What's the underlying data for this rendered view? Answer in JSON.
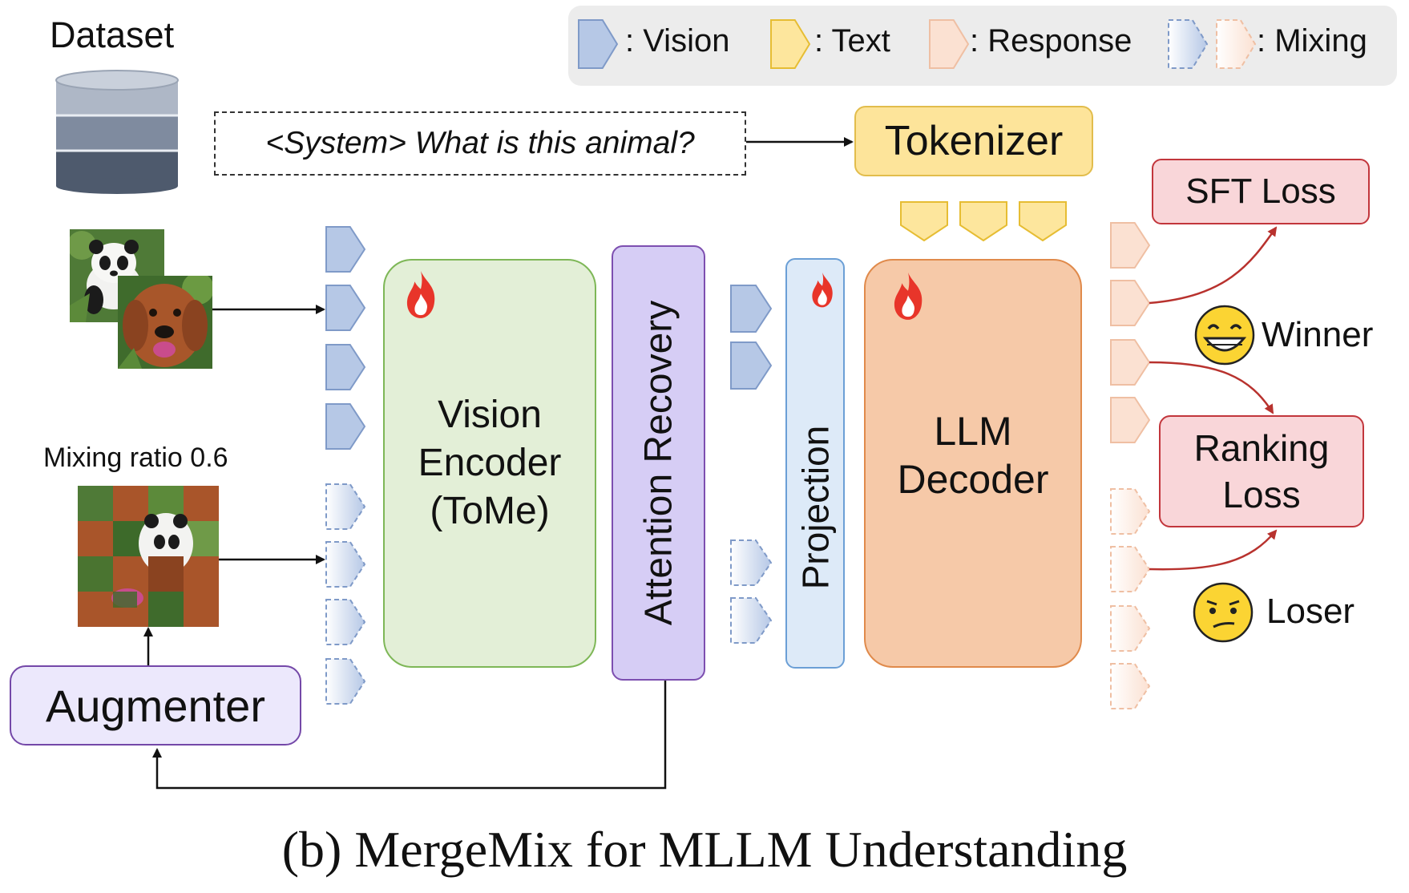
{
  "legend": {
    "vision": ": Vision",
    "text": ": Text",
    "response": ": Response",
    "mixing": ": Mixing"
  },
  "dataset_label": "Dataset",
  "prompt_text": "<System> What is this animal?",
  "mixing_ratio_label": "Mixing ratio 0.6",
  "blocks": {
    "tokenizer": "Tokenizer",
    "vision_encoder": "Vision\nEncoder\n(ToMe)",
    "attention_recovery": "Attention Recovery",
    "projection": "Projection",
    "llm_decoder": "LLM\nDecoder",
    "augmenter": "Augmenter",
    "sft_loss": "SFT Loss",
    "ranking_loss": "Ranking\nLoss"
  },
  "outcomes": {
    "winner": "Winner",
    "loser": "Loser"
  },
  "caption": "(b) MergeMix for MLLM Understanding",
  "colors": {
    "vision": "#b6c8e6",
    "vision_stroke": "#7f9ac8",
    "text": "#fde69d",
    "text_stroke": "#e6bd33",
    "response": "#fbe1d2",
    "response_stroke": "#efbfa3",
    "encoder_fill": "#e3efd7",
    "encoder_stroke": "#7eb757",
    "attention_fill": "#d6cdf5",
    "attention_stroke": "#7d4fb0",
    "projection_fill": "#ddeaf8",
    "projection_stroke": "#6b9fd6",
    "decoder_fill": "#f6c9a8",
    "decoder_stroke": "#e08a4b",
    "tokenizer_fill": "#fde49a",
    "tokenizer_stroke": "#e2bd4c",
    "loss_fill": "#f9d6d9",
    "loss_stroke": "#c2363c",
    "augmenter_fill": "#ece8fc",
    "augmenter_stroke": "#7448a8",
    "flame": "#e8352a"
  }
}
